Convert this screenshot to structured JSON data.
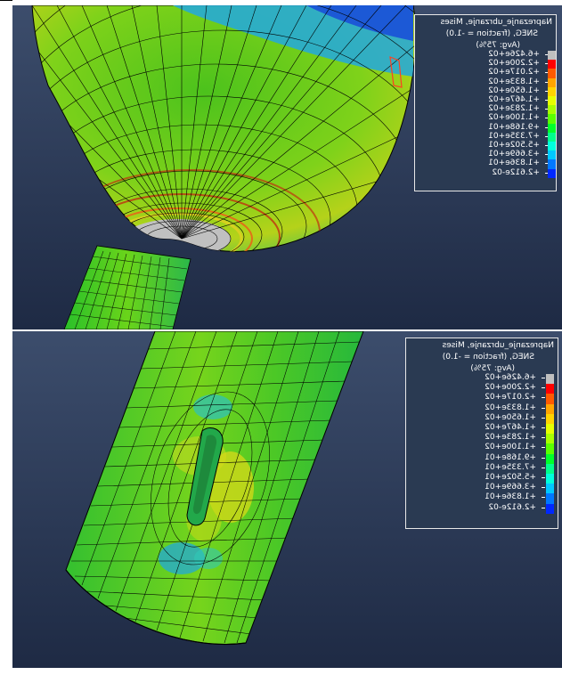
{
  "legend": {
    "title_lines": [
      "Naprezanje_ubrzanje, Mises",
      "SNEG, (fraction = -1.0)",
      "(Avg: 75%)"
    ],
    "values": [
      "+6.426e+02",
      "+2.200e+02",
      "+2.017e+02",
      "+1.833e+02",
      "+1.650e+02",
      "+1.467e+02",
      "+1.283e+02",
      "+1.100e+02",
      "+9.168e+01",
      "+7.335e+01",
      "+5.502e+01",
      "+3.669e+01",
      "+1.836e+01",
      "+2.612e-02"
    ],
    "colors": [
      "#bfbfbf",
      "#ff0000",
      "#ff5a00",
      "#ffa500",
      "#ffd400",
      "#e6ff00",
      "#a8ff00",
      "#5aff00",
      "#00ff2a",
      "#00ff8c",
      "#00ffdc",
      "#00c8ff",
      "#0078ff",
      "#0028ff"
    ]
  },
  "colors": {
    "background": "#2c3a56",
    "mesh_line": "#000000"
  }
}
